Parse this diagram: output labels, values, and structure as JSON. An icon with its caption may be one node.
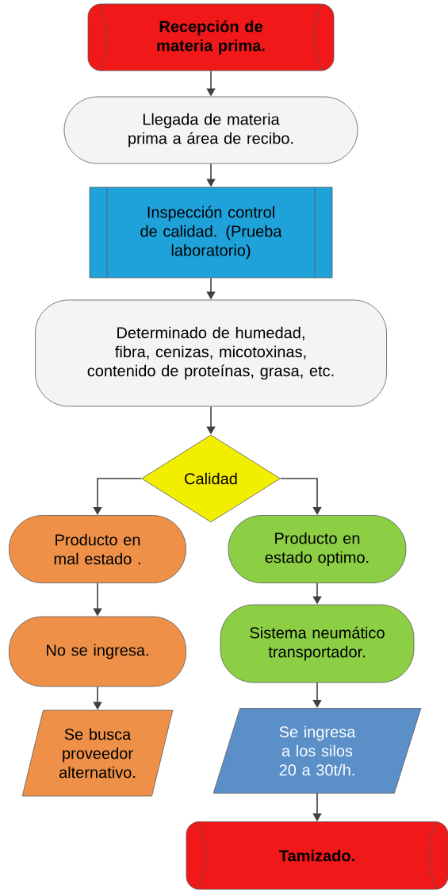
{
  "diagram": {
    "nodes": [
      {
        "text": [
          "Recepción de materia prima."
        ]
      },
      {
        "text": [
          "Llegada de materia prima a área de recibo."
        ]
      },
      {
        "text": [
          "Inspección control de calidad. (Prueba laboratorio)"
        ]
      },
      {
        "text": [
          "Determinado de humedad, fibra, cenizas, micotoxinas, contenido de proteínas, grasa, etc."
        ]
      },
      {
        "text": [
          "Calidad"
        ]
      },
      {
        "text": [
          "Producto en mal estado ."
        ]
      },
      {
        "text": [
          "No se ingresa."
        ]
      },
      {
        "text": [
          "Se busca proveedor alternativo."
        ]
      },
      {
        "text": [
          "Producto en estado optimo."
        ]
      },
      {
        "text": [
          "Sistema neumático transportador."
        ]
      },
      {
        "text": [
          "Se ingresa a los silos 20 a 30t/h."
        ]
      },
      {
        "text": [
          "Tamizado."
        ]
      }
    ],
    "edges": [
      {
        "from": 0,
        "to": 1,
        "arrow": "to"
      },
      {
        "from": 1,
        "to": 2,
        "arrow": "to"
      },
      {
        "from": 2,
        "to": 3,
        "arrow": "to"
      },
      {
        "from": 3,
        "to": 4,
        "arrow": "to"
      },
      {
        "from": 4,
        "to": 5,
        "arrow": "to"
      },
      {
        "from": 4,
        "to": 8,
        "arrow": "to"
      },
      {
        "from": 5,
        "to": 6,
        "arrow": "to"
      },
      {
        "from": 6,
        "to": 7,
        "arrow": "to"
      },
      {
        "from": 8,
        "to": 9,
        "arrow": "to"
      },
      {
        "from": 9,
        "to": 10,
        "arrow": "to"
      },
      {
        "from": 10,
        "to": 11,
        "arrow": "to"
      }
    ]
  }
}
